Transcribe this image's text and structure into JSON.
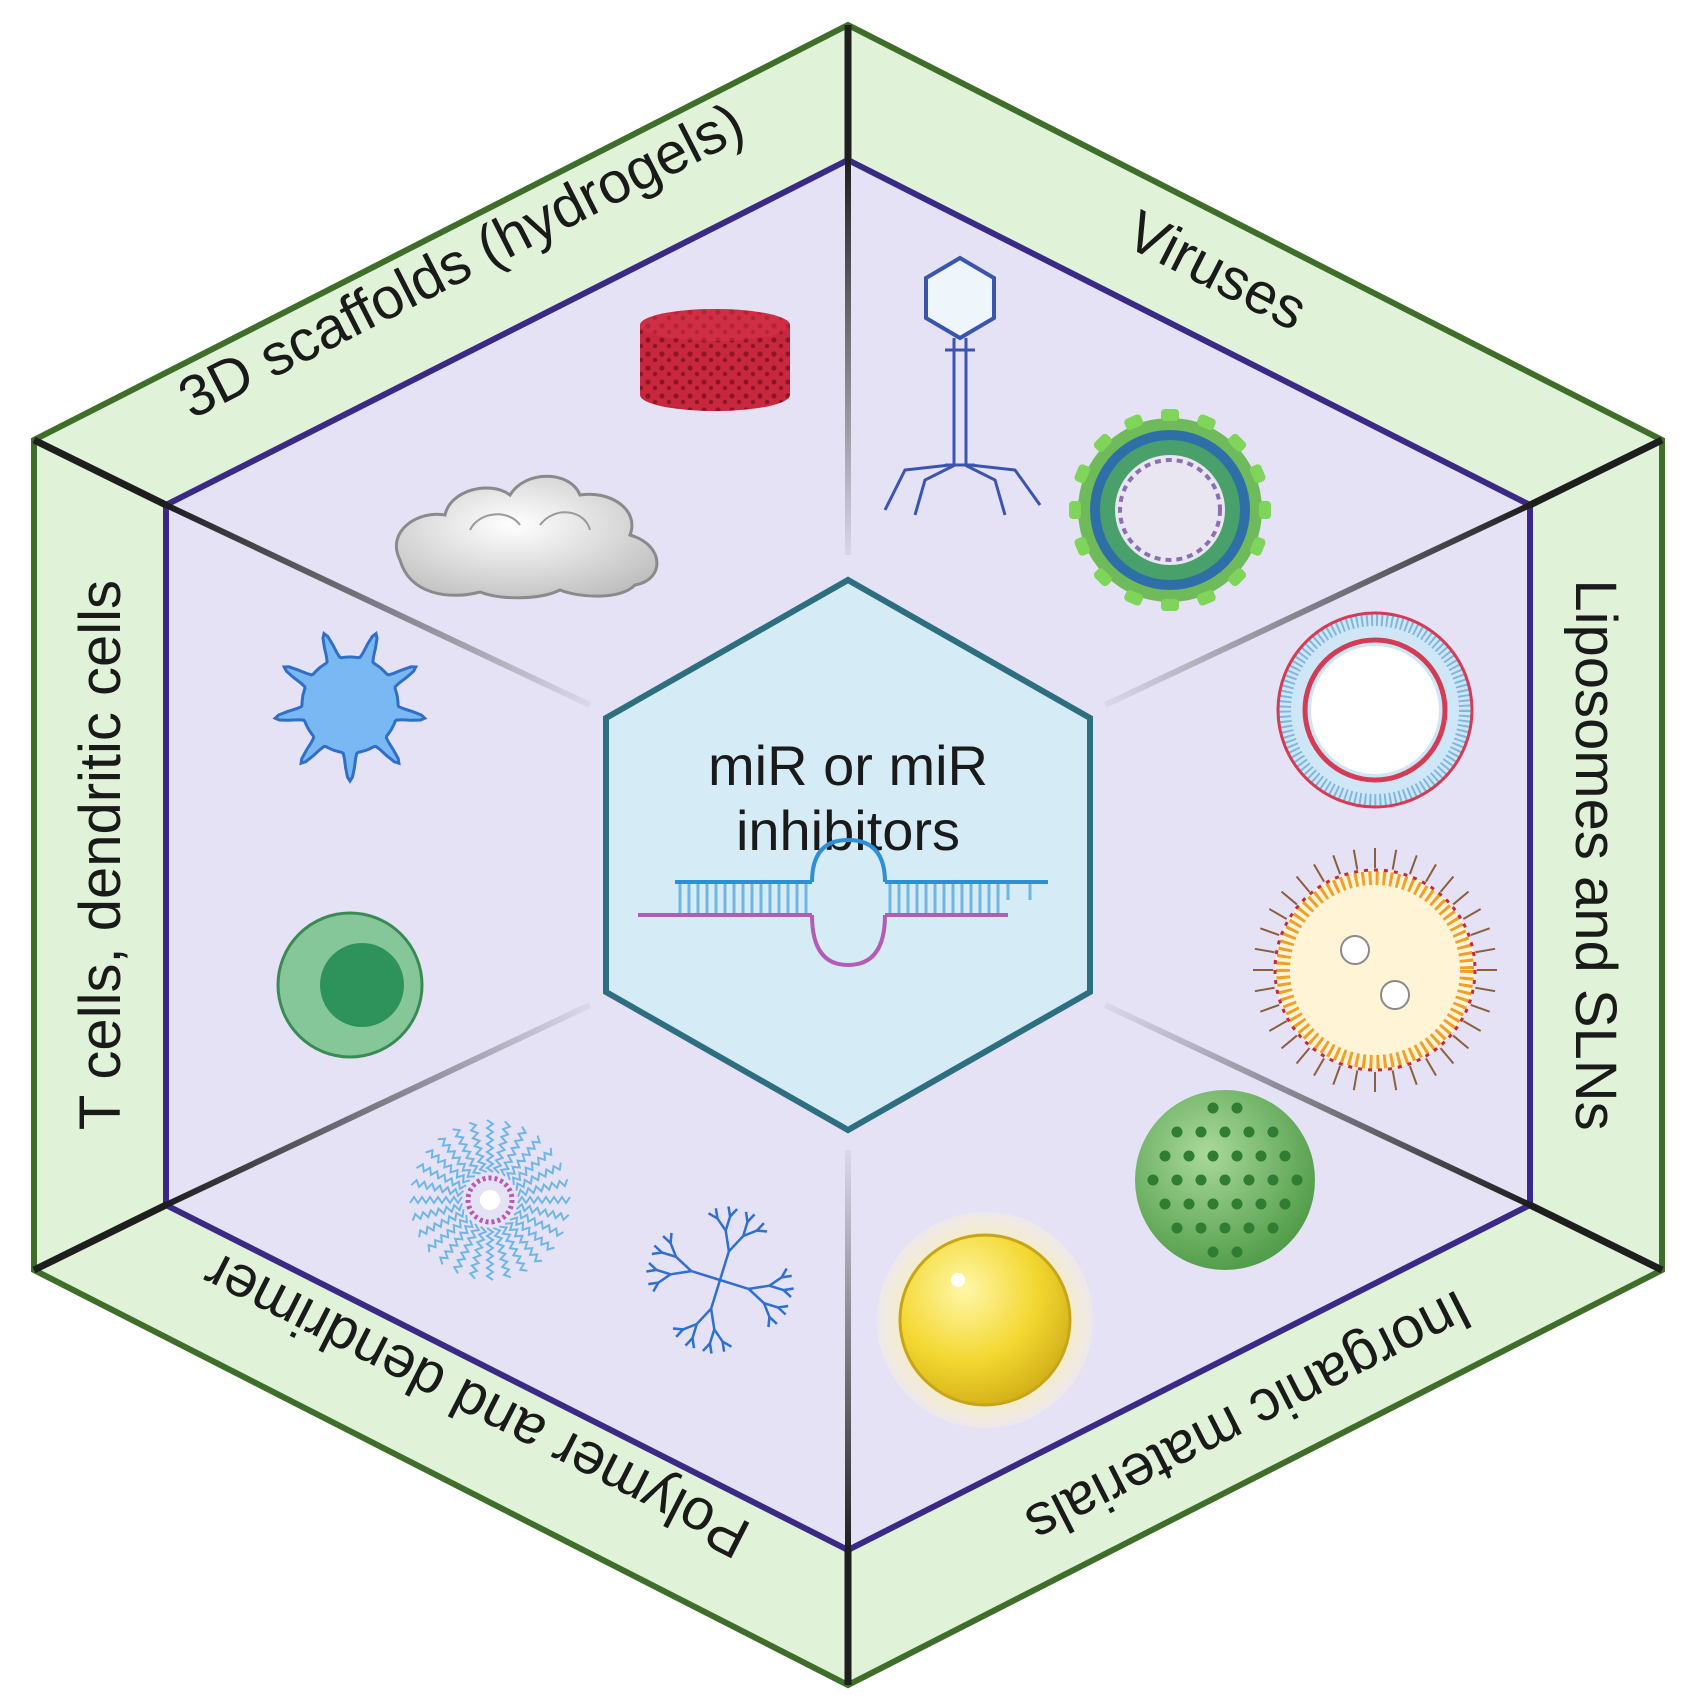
{
  "center": {
    "line1": "miR or miR",
    "line2": "inhibitors"
  },
  "segments": {
    "top_left": "3D scaffolds (hydrogels)",
    "top_right": "Viruses",
    "right": "Liposomes and SLNs",
    "bottom_right": "Inorganic materials",
    "bottom_left": "Polymer and dendrimer",
    "left": "T cells, dendritic cells"
  },
  "colors": {
    "outer_band": "#e0f3d8",
    "outer_border": "#3f6e2a",
    "inner_fill": "#e6e2f6",
    "inner_border": "#3a2a85",
    "spoke": "#1e1e1e",
    "center_fill": "#d5ecf6",
    "center_border": "#2d6e80"
  }
}
